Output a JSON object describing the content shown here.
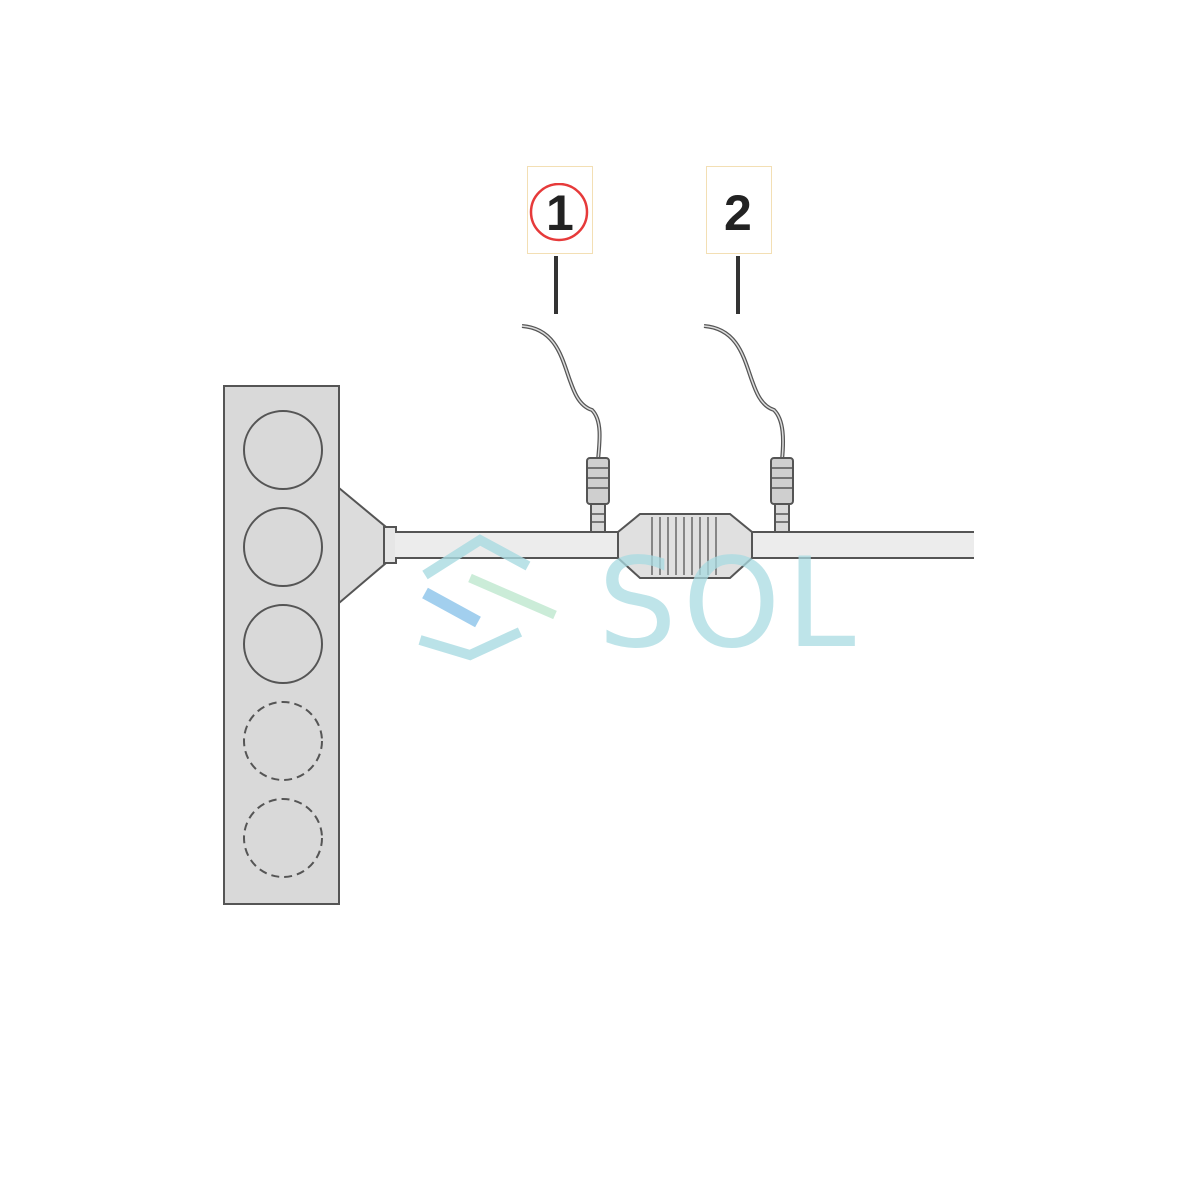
{
  "callouts": [
    {
      "label": "1",
      "highlighted": true
    },
    {
      "label": "2",
      "highlighted": false
    }
  ],
  "components": {
    "cylinders_solid": 3,
    "cylinders_dashed": 2
  },
  "colors": {
    "line": "#555555",
    "fill": "#d9d9d9",
    "pipe_fill": "#ececec",
    "highlight_ring": "#e63a3a",
    "watermark": "#a9dbe2",
    "watermark_accent_blue": "#8cc4ea",
    "watermark_accent_green": "#bfe8cf"
  },
  "watermark": {
    "text": "SOL"
  }
}
